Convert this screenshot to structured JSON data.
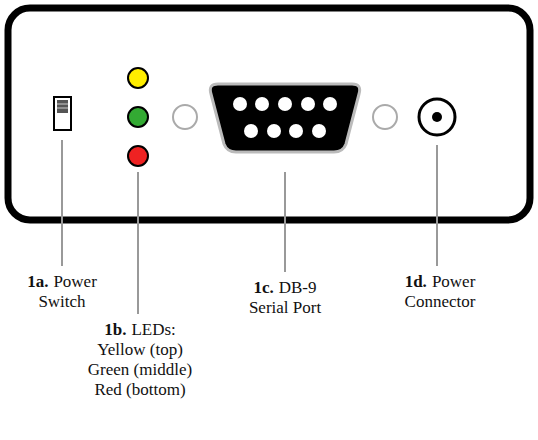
{
  "diagram": {
    "labels": [
      "1a.",
      "Power Switch",
      "1b.",
      "LEDs:",
      "Yellow (top)",
      "Green (middle)",
      "Red (bottom)",
      "1c.",
      "DB-9 Serial Port",
      "1d.",
      "Power Connector"
    ]
  }
}
